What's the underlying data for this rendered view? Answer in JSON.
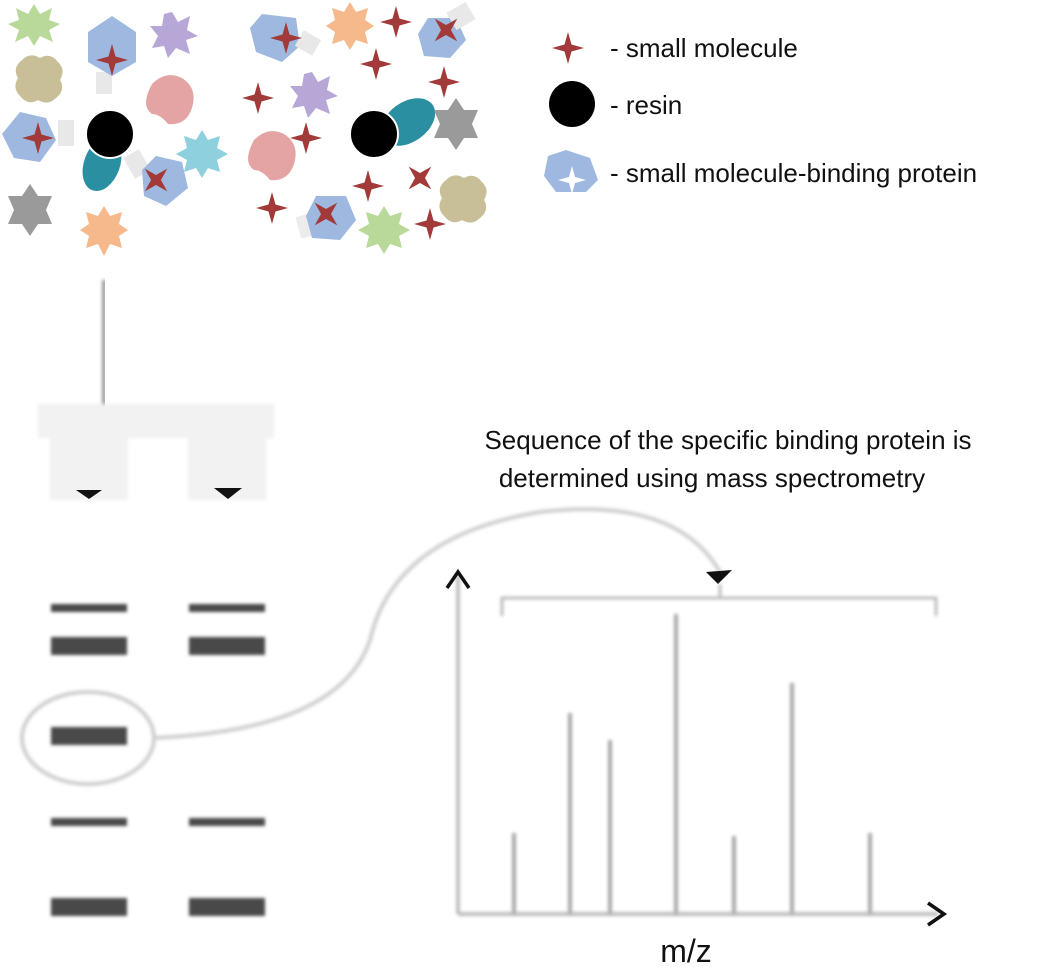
{
  "legend": {
    "small_molecule": "- small molecule",
    "resin": "- resin",
    "binding_protein": "- small molecule-binding protein"
  },
  "caption": {
    "line1": "Sequence of the specific binding protein is",
    "line2": "determined using mass spectrometry"
  },
  "spectrum": {
    "x_axis_label": "m/z",
    "peaks": [
      0.27,
      0.67,
      0.58,
      1.0,
      0.26,
      0.77,
      0.27
    ]
  },
  "gel": {
    "lanes": 2,
    "bands": [
      {
        "lane": 1,
        "thickness": "thin"
      },
      {
        "lane": 1,
        "thickness": "thick"
      },
      {
        "lane": 1,
        "thickness": "thick",
        "highlighted": true
      },
      {
        "lane": 1,
        "thickness": "thin"
      },
      {
        "lane": 1,
        "thickness": "thick"
      },
      {
        "lane": 2,
        "thickness": "thin"
      },
      {
        "lane": 2,
        "thickness": "thick"
      },
      {
        "lane": 2,
        "thickness": "thin"
      },
      {
        "lane": 2,
        "thickness": "thick"
      }
    ]
  },
  "colors": {
    "small_molecule": "#a33a3a",
    "resin": "#000000",
    "protein_blue": "#9fb8df",
    "teal": "#2a8fa0",
    "band": "#4a4a4a"
  }
}
